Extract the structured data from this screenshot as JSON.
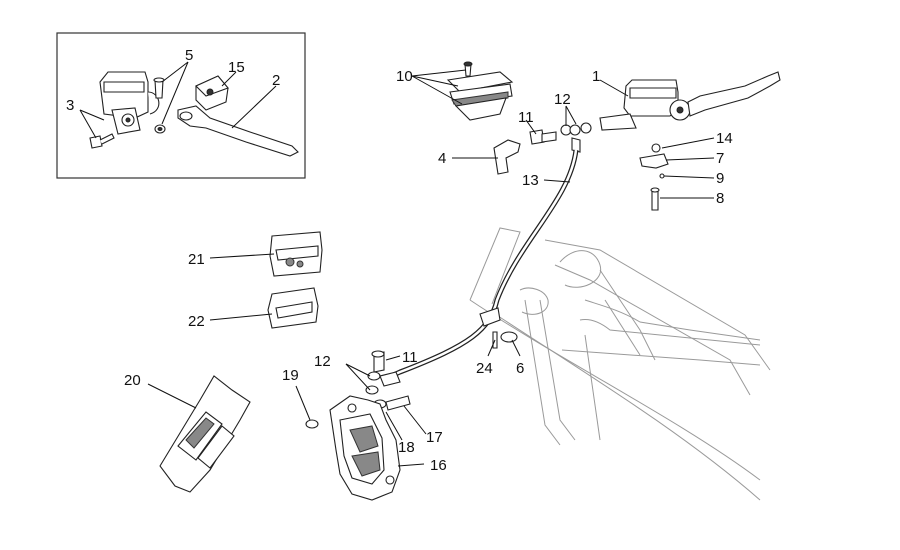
{
  "diagram": {
    "inset_labels": {
      "screw": "3",
      "bleeder": "5",
      "plate": "15",
      "lever": "2"
    },
    "master_cylinder_labels": {
      "master_cylinder": "1",
      "cap_screws": "10",
      "banjo_bolt": "11",
      "washers": "12",
      "cap_cover": "4",
      "hose": "13"
    },
    "switch_labels": {
      "washer": "14",
      "switch": "7",
      "oring": "9",
      "screw": "8"
    },
    "caliper_labels": {
      "washers": "12",
      "banjo_bolt": "11",
      "washer_19": "19",
      "fitting_18": "18",
      "bolt_17": "17",
      "caliper": "16",
      "pads_kit": "20"
    },
    "clamp_labels": {
      "screw": "24",
      "clip": "6"
    },
    "kit_labels": {
      "kit_21": "21",
      "kit_22": "22"
    }
  }
}
